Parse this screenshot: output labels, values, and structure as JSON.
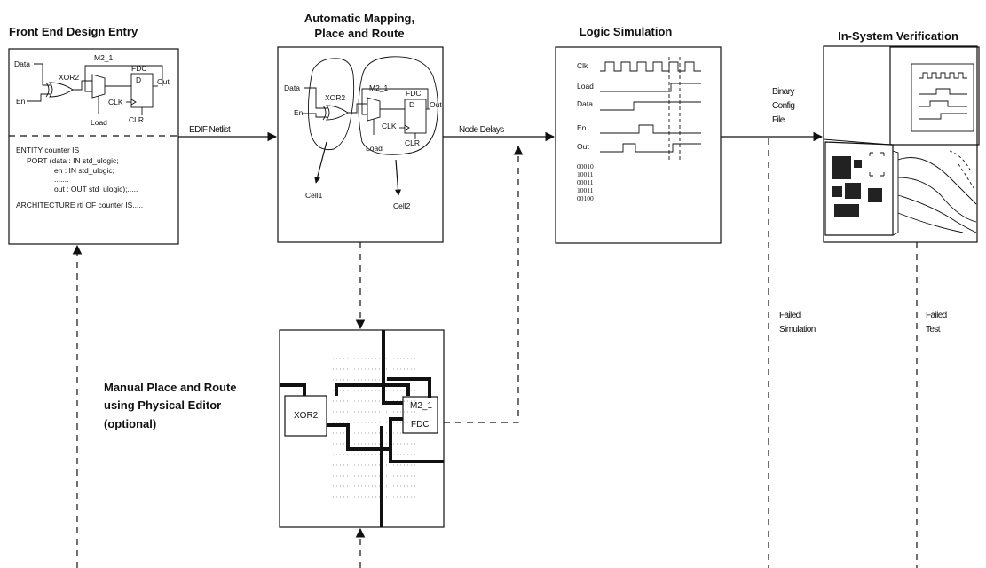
{
  "titles": {
    "front_end": "Front End Design Entry",
    "mapping_line1": "Automatic Mapping,",
    "mapping_line2": "Place and Route",
    "logic_sim": "Logic Simulation",
    "in_system": "In-System Verification",
    "manual_line1": "Manual Place and Route",
    "manual_line2": "using Physical Editor",
    "manual_line3": "(optional)"
  },
  "flow_labels": {
    "edif": "EDIF Netlist",
    "node_delays": "Node Delays",
    "binary_line1": "Binary",
    "binary_line2": "Config",
    "binary_line3": "File",
    "failed_sim_line1": "Failed",
    "failed_sim_line2": "Simulation",
    "failed_test_line1": "Failed",
    "failed_test_line2": "Test"
  },
  "schematic": {
    "data": "Data",
    "en": "En",
    "xor2": "XOR2",
    "m2_1": "M2_1",
    "fdc": "FDC",
    "d": "D",
    "out": "Out",
    "clk": "CLK",
    "clr": "CLR",
    "load": "Load",
    "cell1": "Cell1",
    "cell2": "Cell2"
  },
  "vhdl": {
    "line1": "ENTITY counter IS",
    "line2": "PORT (data : IN std_ulogic;",
    "line3": "en : IN std_ulogic;",
    "line4": ".......",
    "line5": "out : OUT std_ulogic);.....",
    "line6": "ARCHITECTURE rtl OF counter IS....."
  },
  "waveforms": {
    "signals": [
      "Clk",
      "Load",
      "Data",
      "En",
      "Out"
    ],
    "vectors": [
      "00010",
      "10011",
      "00011",
      "10011",
      "00100"
    ]
  },
  "physical": {
    "xor2": "XOR2",
    "m2_1": "M2_1",
    "fdc": "FDC"
  }
}
